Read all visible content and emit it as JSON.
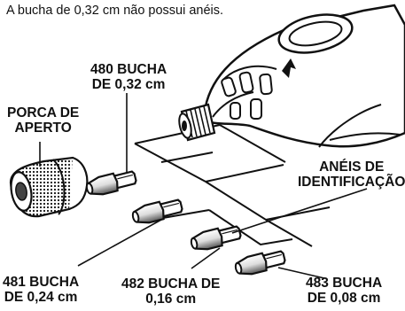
{
  "caption": "A bucha de 0,32 cm não possui anéis.",
  "callouts": {
    "collet_480": {
      "line1": "480 BUCHA",
      "line2": "DE 0,32 cm"
    },
    "collet_nut": {
      "line1": "PORCA DE",
      "line2": "APERTO"
    },
    "id_rings": {
      "line1": "ANÉIS DE",
      "line2": "IDENTIFICAÇÃO"
    },
    "collet_481": {
      "line1": "481 BUCHA",
      "line2": "DE 0,24 cm"
    },
    "collet_482": {
      "line1": "482 BUCHA DE",
      "line2": "0,16 cm"
    },
    "collet_483": {
      "line1": "483 BUCHA",
      "line2": "DE 0,08 cm"
    }
  },
  "icons": [
    "rotary-tool-icon",
    "collet-nut-icon",
    "collet-icon"
  ],
  "colors": {
    "ink": "#111111",
    "background": "#ffffff"
  }
}
